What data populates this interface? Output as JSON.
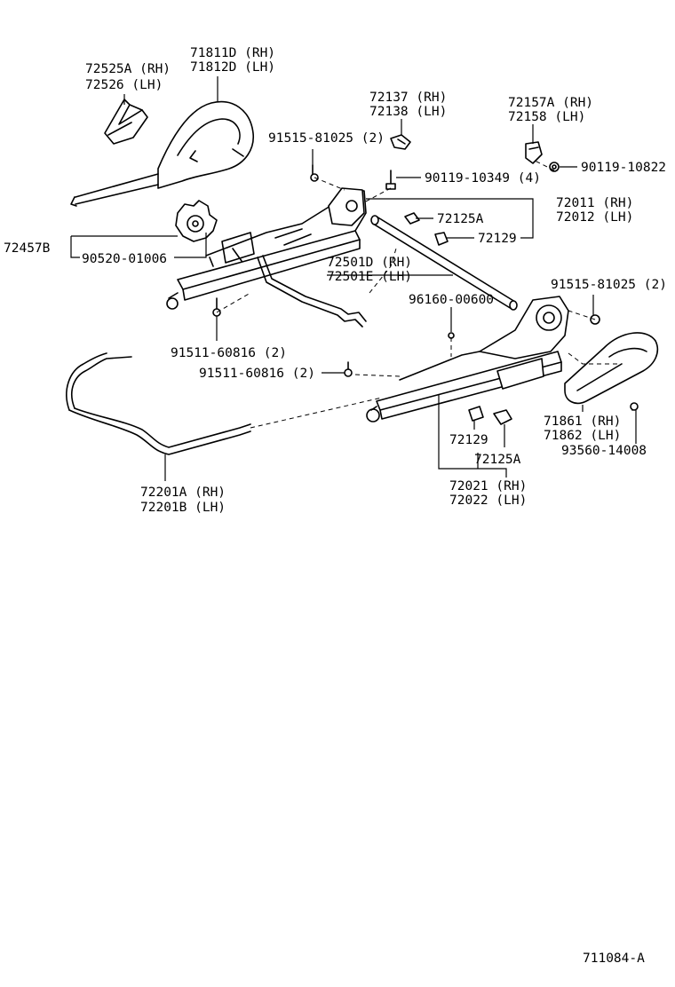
{
  "callouts": {
    "c71811D": "71811D (RH)",
    "c71812D": "71812D (LH)",
    "c72525A": "72525A (RH)",
    "c72526": "72526  (LH)",
    "c72137": "72137 (RH)",
    "c72138": "72138 (LH)",
    "c72157A": "72157A (RH)",
    "c72158": "72158  (LH)",
    "c91515_top": "91515-81025 (2)",
    "c90119_10822": "90119-10822",
    "c90119_10349": "90119-10349 (4)",
    "c72011": "72011 (RH)",
    "c72012": "72012 (LH)",
    "c72125A_top": "72125A",
    "c72129_top": "72129",
    "c72457B": "72457B",
    "c90520": "90520-01006",
    "c72501D": "72501D (RH)",
    "c72501E": "72501E (LH)",
    "c91515_right": "91515-81025 (2)",
    "c96160": "96160-00600",
    "c91511_a": "91511-60816 (2)",
    "c91511_b": "91511-60816 (2)",
    "c71861": "71861 (RH)",
    "c71862": "71862 (LH)",
    "c93560": "93560-14008",
    "c72129_bot": "72129",
    "c72125A_bot": "72125A",
    "c72021": "72021 (RH)",
    "c72022": "72022 (LH)",
    "c72201A": "72201A (RH)",
    "c72201B": "72201B (LH)"
  },
  "figure_id": "711084-A"
}
